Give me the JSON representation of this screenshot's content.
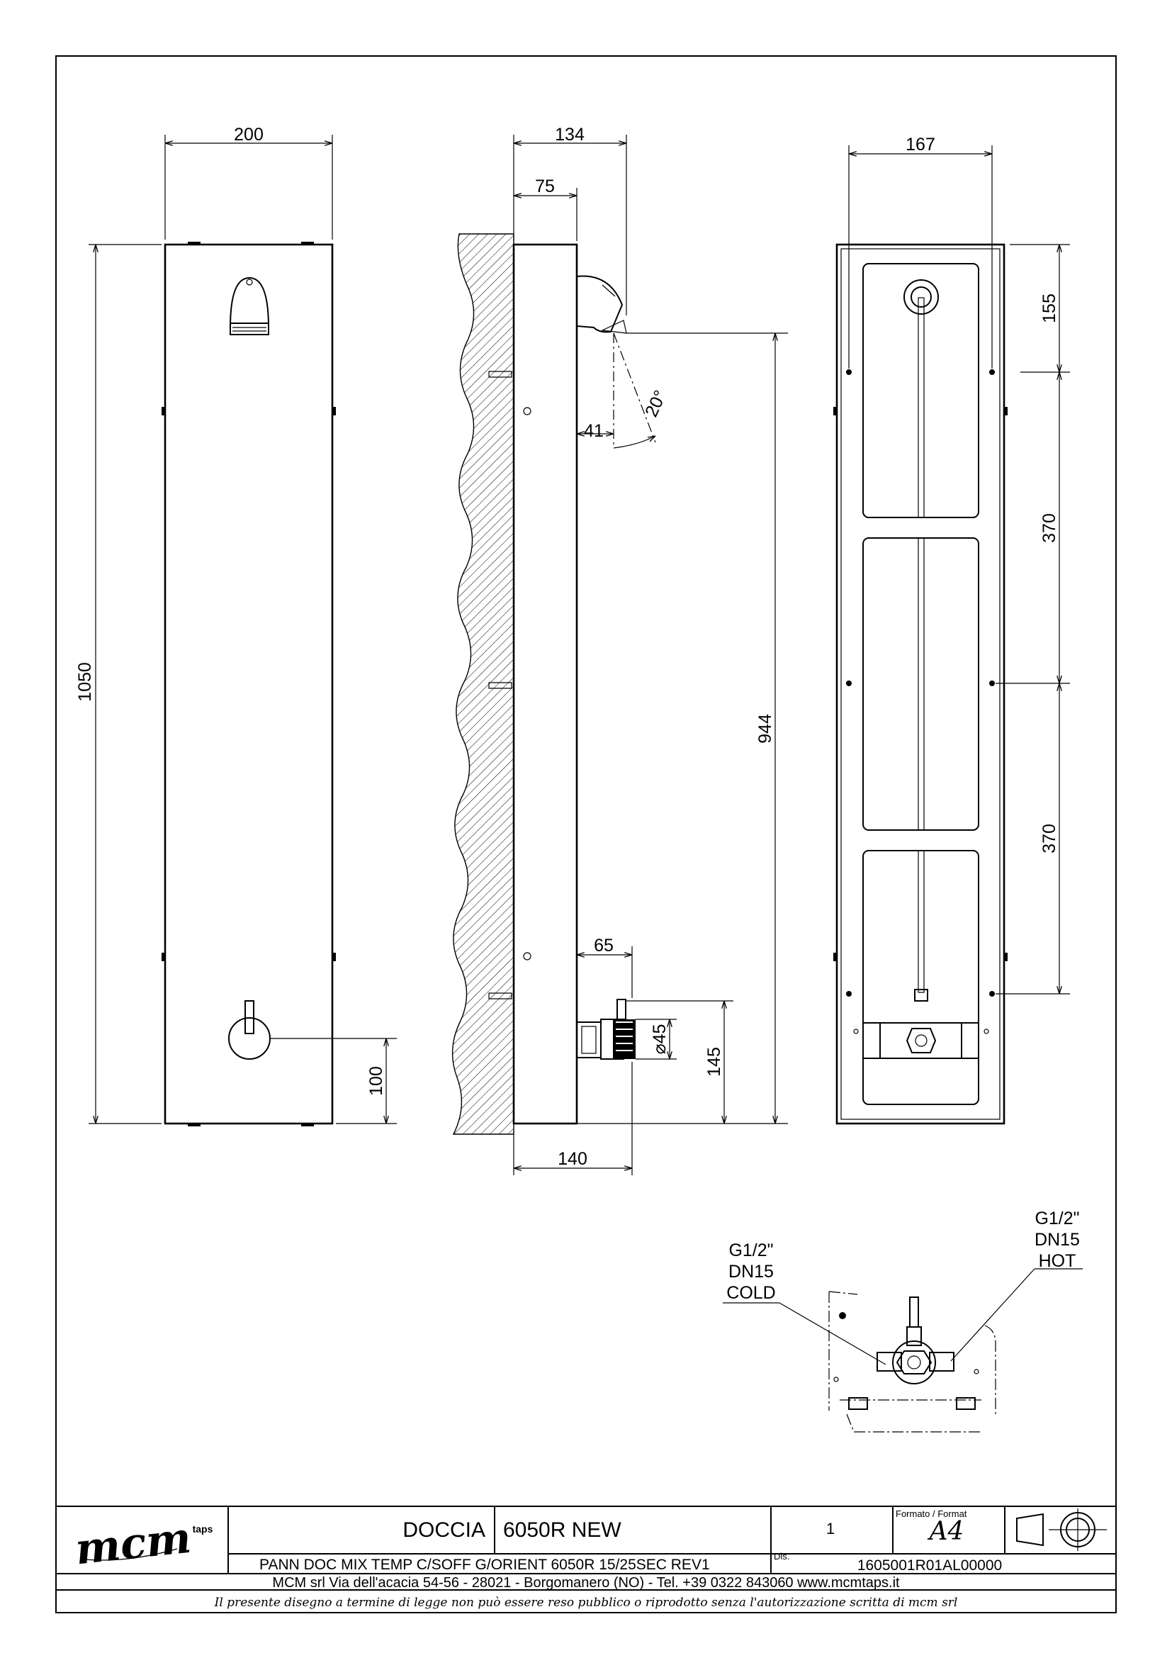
{
  "dimensions": {
    "front_width": "200",
    "front_height": "1050",
    "front_valve_height": "100",
    "side_depth_total": "134",
    "side_depth_panel": "75",
    "side_spray_offset": "41",
    "side_angle": "20°",
    "side_outlet_height": "944",
    "side_valve_depth": "65",
    "side_valve_diameter": "⌀45",
    "side_valve_height": "145",
    "side_bottom_depth": "140",
    "back_width": "167",
    "back_seg1": "155",
    "back_seg2": "370",
    "back_seg3": "370"
  },
  "detail": {
    "cold_lines": [
      "G1/2\"",
      "DN15",
      "COLD"
    ],
    "hot_lines": [
      "G1/2\"",
      "DN15",
      "HOT"
    ]
  },
  "title_block": {
    "logo_text": "mcm",
    "logo_sub": "taps",
    "name": "DOCCIA",
    "model": "6050R NEW",
    "sheet": "1",
    "format_label": "Formato / Format",
    "format_value": "A4",
    "description": "PANN DOC MIX TEMP C/SOFF G/ORIENT 6050R 15/25SEC REV1",
    "dis_label": "Dis.",
    "drawing_number": "1605001R01AL00000",
    "company": "MCM srl Via dell'acacia 54-56 - 28021 - Borgomanero (NO) - Tel. +39 0322 843060 www.mcmtaps.it",
    "disclaimer": "Il presente disegno a termine di legge non può essere reso pubblico o riprodotto senza l'autorizzazione scritta di mcm srl"
  }
}
